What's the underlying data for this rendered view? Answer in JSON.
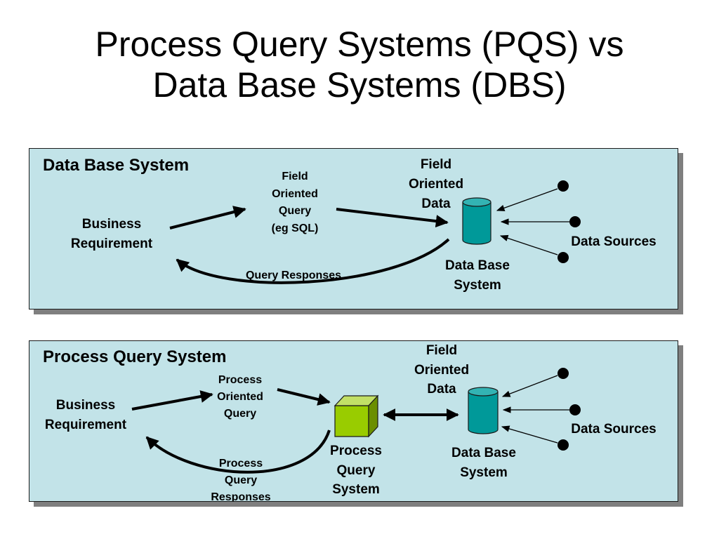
{
  "title_line1": "Process Query Systems (PQS) vs",
  "title_line2": "Data Base Systems (DBS)",
  "colors": {
    "panel_bg": "#c2e3e8",
    "cylinder": "#009999",
    "cube": "#99cc00"
  },
  "dbs_panel": {
    "heading": "Data Base System",
    "business_requirement": [
      "Business",
      "Requirement"
    ],
    "query": [
      "Field",
      "Oriented",
      "Query",
      "(eg SQL)"
    ],
    "field_data": [
      "Field",
      "Oriented",
      "Data"
    ],
    "responses": "Query Responses",
    "database": [
      "Data Base",
      "System"
    ],
    "sources": "Data Sources"
  },
  "pqs_panel": {
    "heading": "Process Query System",
    "business_requirement": [
      "Business",
      "Requirement"
    ],
    "query": [
      "Process",
      "Oriented",
      "Query"
    ],
    "responses": [
      "Process",
      "Query",
      "Responses"
    ],
    "pqs": [
      "Process",
      "Query",
      "System"
    ],
    "field_data": [
      "Field",
      "Oriented",
      "Data"
    ],
    "database": [
      "Data Base",
      "System"
    ],
    "sources": "Data Sources"
  }
}
